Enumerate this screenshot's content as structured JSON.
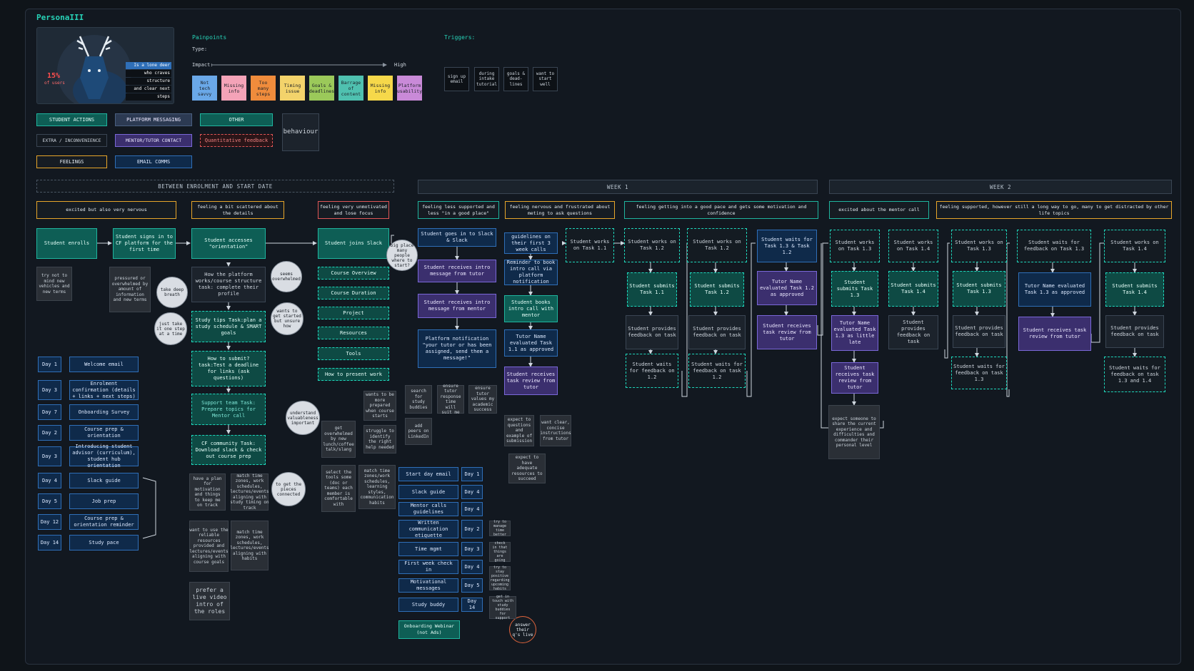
{
  "title": "PersonaIII",
  "persona": {
    "stat": "15%",
    "stat_sub": "of users",
    "desc": [
      "Is a lone deer",
      "who craves",
      "structure",
      "and clear next",
      "steps"
    ]
  },
  "painpoints": {
    "heading": "Painpoints",
    "type_label": "Type:",
    "impact_label": "Impact:",
    "impact_high": "High",
    "items": [
      {
        "label": "Not tech savvy",
        "color": "#6aa8e8"
      },
      {
        "label": "Missing info",
        "color": "#f4a3b8"
      },
      {
        "label": "Too many steps",
        "color": "#f08c3c"
      },
      {
        "label": "Timing issue",
        "color": "#f3d36b"
      },
      {
        "label": "Goals & deadlines",
        "color": "#9bc95a"
      },
      {
        "label": "Barrage of content",
        "color": "#4fc1b0"
      },
      {
        "label": "Missing info",
        "color": "#f6d84a"
      },
      {
        "label": "Platform usability",
        "color": "#c98ad8"
      }
    ]
  },
  "triggers": {
    "heading": "Triggers:",
    "items": [
      "sign up email",
      "during intake tutorial",
      "goals & dead-lines",
      "want to start well"
    ]
  },
  "legend": {
    "student_actions": "STUDENT ACTIONS",
    "platform_messaging": "PLATFORM MESSAGING",
    "other": "OTHER",
    "behaviour": "behaviour",
    "extra": "EXTRA / INCONVENIENCE",
    "mentor": "MENTOR/TUTOR CONTACT",
    "quant": "Quantitative feedback",
    "feelings": "FEELINGS",
    "email": "EMAIL COMMS"
  },
  "phases": {
    "p0": "BETWEEN ENROLMENT AND START DATE",
    "p1": "WEEK 1",
    "p2": "WEEK 2"
  },
  "feelings": {
    "f1": "excited but also very nervous",
    "f2": "feeling a bit scattered about the details",
    "f3": "feeling very unmotivated and lose focus",
    "f4": "feeling less supported and less \"in a good place\"",
    "f5": "feeling nervous and frustrated about meting to ask questions",
    "f6": "feeling getting into a good pace and gets some motivation and confidence",
    "f7": "excited about the mentor call",
    "f8": "feeling supported, however still a long way to go, many to get distracted by other life topics"
  },
  "nodes": {
    "enroll": "Student enrolls",
    "signin": "Student signs in to CF platform for the first time",
    "access": "Student accesses \"orientation\"",
    "slack": "Student joins Slack",
    "platform_works": "How the platform works/course structure task: complete their profile",
    "study_tips": "Study tips Task:plan a study schedule & SMART goals",
    "submit": "How to submit? task:Test a deadline for links (ask questions)",
    "support": "Support team Task: Prepare topics for Mentor call",
    "community": "CF community Task: Download slack & check out course prep",
    "ov": "Course Overview",
    "dur": "Course Duration",
    "proj": "Project",
    "res": "Resources",
    "tools": "Tools",
    "present": "How to present work",
    "w1_slack": "Student goes in to Slack & Slack",
    "w1_tutor": "Student receives intro message from tutor",
    "w1_mentor": "Student receives intro message from mentor",
    "w1_notif": "Platform notification \"your tutor or has been assigned, send them a message!\"",
    "w1_guide": "guidelines on their first 3 week calls",
    "w1_remind": "Reminder to book intro call via platform notification",
    "w1_book": "Student books intro call with mentor",
    "w1_eval": "Tutor Name evaluated Task 1.1 as approved",
    "w1_review": "Student receives task review from tutor",
    "t11": "Student works on Task 1.1",
    "t12a": "Student works on Task 1.2",
    "t12a_sub": "Student submits Task 1.1",
    "t12a_fb": "Student provides feedback on task",
    "t12a_wait": "Student waits for feedback on 1.2",
    "t12b": "Student works on Task 1.2",
    "t12b_sub": "Student submits Task 1.2",
    "t12b_fb": "Student provides feedback on task",
    "t12b_wait": "Student waits for feedback on task 1.2",
    "t13wait": "Student waits for Task 1.3 & Task 1.2",
    "t12eval": "Tutor Name evaluated Task 1.2 as approved",
    "t12rev": "Student receives task review from tutor",
    "w2_t13": "Student works on Task 1.3",
    "w2_t13sub": "Student submits Task 1.3",
    "w2_t13eval": "Tutor Name evaluated Task 1.3 as little late",
    "w2_t13rev": "Student receives task review from tutor",
    "w2_t14": "Student works on Task 1.4",
    "w2_t14sub": "Student submits Task 1.4",
    "w2_t14fb": "Student provides feedback on task",
    "w2_t13b": "Student works on Task 1.3",
    "w2_t13bsub": "Student submits Task 1.3",
    "w2_t13bfb": "Student provides feedback on task",
    "w2_t13bwait": "Student waits for feedback on task 1.3",
    "w2_wait13": "Student waits for feedback on Task 1.3",
    "w2_eval13": "Tutor Name evaluated Task 1.3 as approved",
    "w2_rev13": "Student receives task review from tutor",
    "w2_t14b": "Student works on Task 1.4",
    "w2_t14bsub": "Student submits Task 1.4",
    "w2_t14bfb": "Student provides feedback on task",
    "w2_t14bwait": "Student waits for feedback on task 1.3 and 1.4"
  },
  "notes": {
    "n1": "try not to mind new vehicles and new terms",
    "n2": "pressured or overwhelmed by amount of information and new terms",
    "n3": "have a plan for motivation and things to keep me on track",
    "n4": "match time zones, work schedules, lectures/events aligning with study timing on track",
    "n5": "want to use the reliable resources provided and lectures/events aligning with course goals",
    "n6": "match time zones, work schedules, lectures/events aligning with habits",
    "n7": "prefer a live video intro of the roles",
    "n8": "get overwhelmed by new lunch/coffee talk/slang",
    "n9": "wants to be more prepared when course starts",
    "n10": "struggle to identify the right help needed",
    "n11": "select the tools some (doc or teams) each member is comfortable with",
    "n12": "match time zones/work schedules, learning styles, communication habits",
    "n13": "search for study buddies",
    "n14": "add peers on LinkedIn",
    "n15": "ensure tutor response time will suit me",
    "n16": "ensure tutor values my academic success",
    "n17": "expect to questions and example of submission",
    "n18": "want clear, concise instructions from tutor",
    "n19": "expect to have adequate resources to succeed",
    "n20": "expect someone to share the current experience and difficulties and commander their personal level",
    "n21": "try to manage time better",
    "n22": "check in that things are going",
    "n23": "try to stay positive regarding upcoming habits",
    "n24": "get in touch with study buddies for support"
  },
  "circles": {
    "c1": "take deep breath",
    "c2": "just take it one step at a time",
    "c3": "seems overwhelmed",
    "c4": "wants to get started but unsure how",
    "c5": "understand valuableness important",
    "c6": "to get the pieces connected",
    "c7": "big place many people where to start?",
    "c8": "answer their q's live"
  },
  "emails_pre": [
    {
      "day": "Day 1",
      "label": "Welcome email"
    },
    {
      "day": "Day 3",
      "label": "Enrolment confirmation (details + links + next steps)"
    },
    {
      "day": "Day 7",
      "label": "Onboarding Survey"
    },
    {
      "day": "Day 2",
      "label": "Course prep & orientation"
    },
    {
      "day": "Day 3",
      "label": "Introducing student advisor (curriculum), student hub orientation"
    },
    {
      "day": "Day 4",
      "label": "Slack guide"
    },
    {
      "day": "Day 5",
      "label": "Job prep"
    },
    {
      "day": "Day 12",
      "label": "Course prep & orientation reminder"
    },
    {
      "day": "Day 14",
      "label": "Study pace"
    }
  ],
  "emails_w1": [
    {
      "label": "Start day email",
      "day": "Day 1"
    },
    {
      "label": "Slack guide",
      "day": "Day 4"
    },
    {
      "label": "Mentor calls guidelines",
      "day": "Day 4"
    },
    {
      "label": "Written communication etiquette",
      "day": "Day 2"
    },
    {
      "label": "Time mgmt",
      "day": "Day 3"
    },
    {
      "label": "First week check in",
      "day": "Day 4"
    },
    {
      "label": "Motivational messages",
      "day": "Day 5"
    },
    {
      "label": "Study buddy",
      "day": "Day 14"
    }
  ],
  "webinar": "Onboarding Webinar (not Ads)"
}
